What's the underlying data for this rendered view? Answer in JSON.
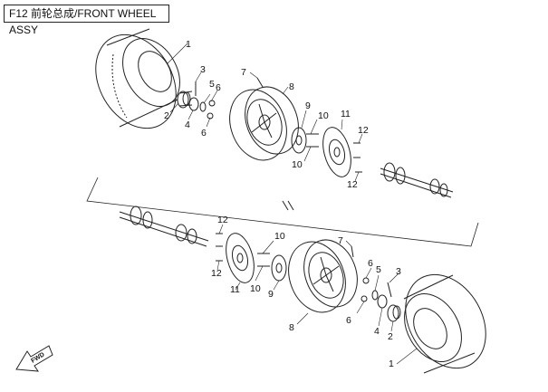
{
  "title": "F12 前轮总成/FRONT WHEEL ASSY",
  "fwd_label": "FWD",
  "callouts": {
    "upper": [
      "1",
      "2",
      "3",
      "4",
      "5",
      "6",
      "6",
      "7",
      "8",
      "9",
      "10",
      "10",
      "11",
      "12",
      "12"
    ],
    "lower": [
      "1",
      "2",
      "3",
      "4",
      "5",
      "6",
      "6",
      "7",
      "8",
      "9",
      "10",
      "10",
      "11",
      "12",
      "12"
    ]
  },
  "colors": {
    "line": "#222222",
    "background": "#ffffff"
  }
}
